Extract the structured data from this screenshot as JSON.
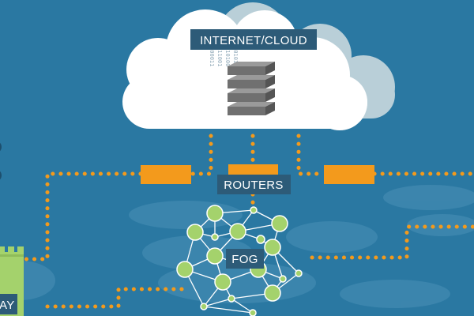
{
  "labels": {
    "cloud": "INTERNET/CLOUD",
    "routers": "ROUTERS",
    "fog": "FOG",
    "gateway_partial": "AY"
  },
  "binary_columns": [
    "10100100011",
    "01001011001",
    "11010110100",
    "00101101011"
  ],
  "colors": {
    "background": "#2a78a2",
    "connection": "#f39a1c",
    "node": "#a4d26c",
    "label_box": "#2d5b78",
    "cloud": "#ffffff",
    "cloud_shadow": "#b9cfd8"
  }
}
